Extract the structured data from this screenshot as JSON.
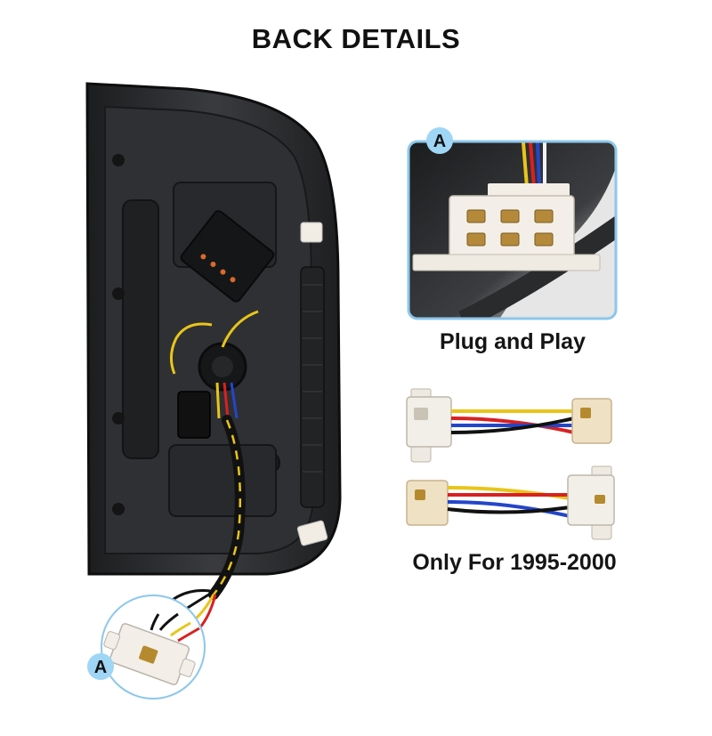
{
  "title": "BACK DETAILS",
  "captions": {
    "plug_and_play": "Plug and Play",
    "only_for_years": "Only For 1995-2000"
  },
  "badges": {
    "connector_label": "A"
  },
  "colors": {
    "badge_fill": "#9fd6f5",
    "frame_border": "#8cc7ec",
    "housing": "#2b2c2e",
    "wire_yellow": "#e8c51a",
    "wire_red": "#d82121",
    "wire_blue": "#2346c9",
    "wire_black": "#111111"
  }
}
